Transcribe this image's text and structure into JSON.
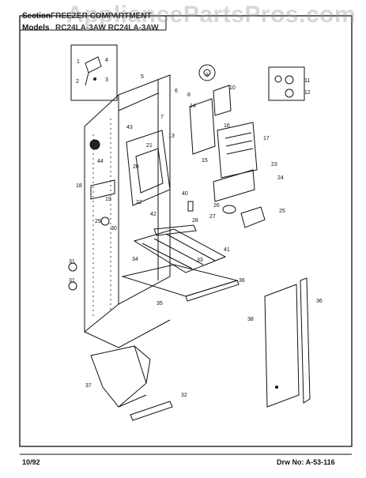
{
  "watermark": "AppliancePartsPros.com",
  "header": {
    "section_label": "Section",
    "section_value": "FREEZER COMPARTMENT",
    "models_label": "Models",
    "models_value": "RC24LA-3AW RC24LA-3AW"
  },
  "footer": {
    "date": "10/92",
    "drawing_no": "Drw No: A-53-116"
  },
  "callouts": [
    "1",
    "2",
    "3",
    "4",
    "5",
    "6",
    "7",
    "8",
    "9",
    "10",
    "11",
    "12",
    "13",
    "14",
    "15",
    "16",
    "17",
    "18",
    "19",
    "20",
    "21",
    "22",
    "23",
    "24",
    "25",
    "26",
    "27",
    "28",
    "29",
    "30",
    "31",
    "31",
    "33",
    "34",
    "35",
    "36",
    "36",
    "37",
    "38",
    "40",
    "41",
    "42",
    "43",
    "44"
  ]
}
